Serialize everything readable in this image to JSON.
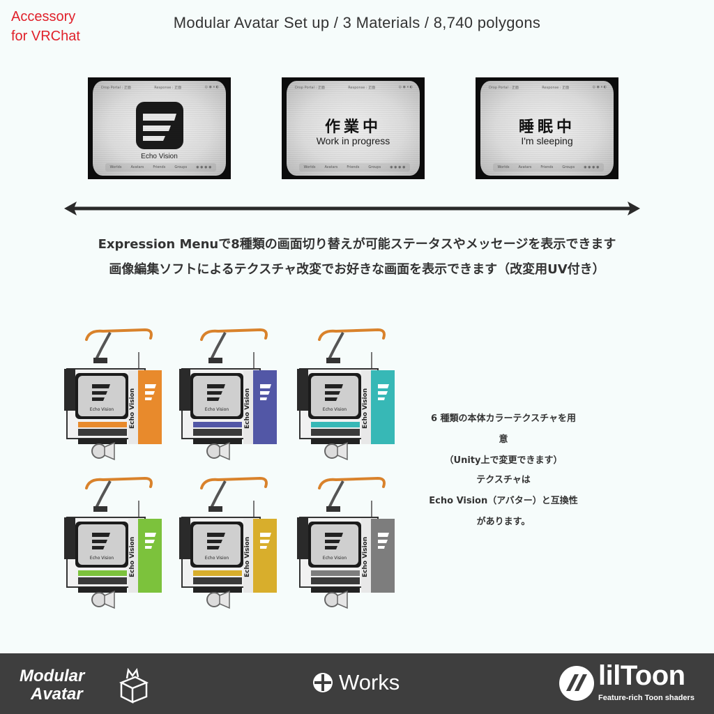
{
  "header": {
    "tag_line1": "Accessory",
    "tag_line2": "for VRChat",
    "title": "Modular Avatar Set up / 3 Materials / 8,740 polygons"
  },
  "screens": [
    {
      "top_left": "Drop Portal : 正面",
      "top_mid": "Response : 正面",
      "kind": "logo",
      "logo_text": "Echo Vision",
      "nav": [
        "Worlds",
        "Avatars",
        "Friends",
        "Groups"
      ]
    },
    {
      "top_left": "Drop Portal : 正面",
      "top_mid": "Response : 正面",
      "kind": "text",
      "jp": "作業中",
      "en": "Work in progress",
      "nav": [
        "Worlds",
        "Avatars",
        "Friends",
        "Groups"
      ]
    },
    {
      "top_left": "Drop Portal : 正面",
      "top_mid": "Response : 正面",
      "kind": "text",
      "jp": "睡眠中",
      "en": "I'm sleeping",
      "nav": [
        "Worlds",
        "Avatars",
        "Friends",
        "Groups"
      ]
    }
  ],
  "description": {
    "line1": "Expression Menuで8種類の画面切り替えが可能ステータスやメッセージを表示できます",
    "line2": "画像編集ソフトによるテクスチャ改変でお好きな画面を表示できます（改変用UV付き）"
  },
  "devices": [
    {
      "color": "#e88a2c",
      "label": "Echo Vision"
    },
    {
      "color": "#5257a6",
      "label": "Echo Vision"
    },
    {
      "color": "#37b8b6",
      "label": "Echo Vision"
    },
    {
      "color": "#7cc23c",
      "label": "Echo Vision"
    },
    {
      "color": "#d8ae2c",
      "label": "Echo Vision"
    },
    {
      "color": "#7d7d7d",
      "label": "Echo Vision"
    }
  ],
  "side_notes": {
    "line1": "6 種類の本体カラーテクスチャを用意",
    "line2": "（Unity上で変更できます）",
    "line3": "テクスチャは",
    "line4": "Echo Vision（アバター）と互換性があります。"
  },
  "footer": {
    "modular_line1": "Modular",
    "modular_line2": "Avatar",
    "works": "Works",
    "liltoon_title": "lilToon",
    "liltoon_sub": "Feature-rich Toon shaders",
    "bg_color": "#3e3e3e"
  }
}
